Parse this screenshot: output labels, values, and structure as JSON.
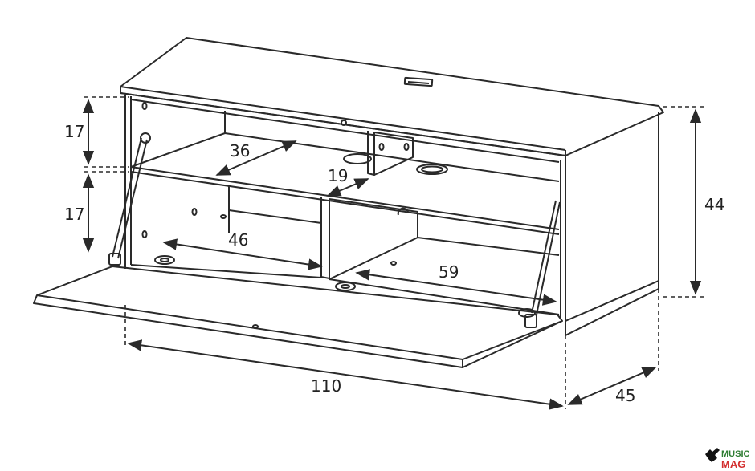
{
  "dimensions": {
    "upper_height": "17",
    "lower_height": "17",
    "upper_shelf_depth": "36",
    "divider_depth": "19",
    "lower_left_width": "46",
    "lower_right_width": "59",
    "total_height": "44",
    "total_width": "110",
    "total_depth": "45"
  },
  "watermark": {
    "line1": "MUSIC",
    "line2": "MAG"
  },
  "colors": {
    "line": "#2a2a2a",
    "dash": "#2a2a2a",
    "watermark_green": "#2e7d32",
    "watermark_red": "#d32f2f"
  }
}
